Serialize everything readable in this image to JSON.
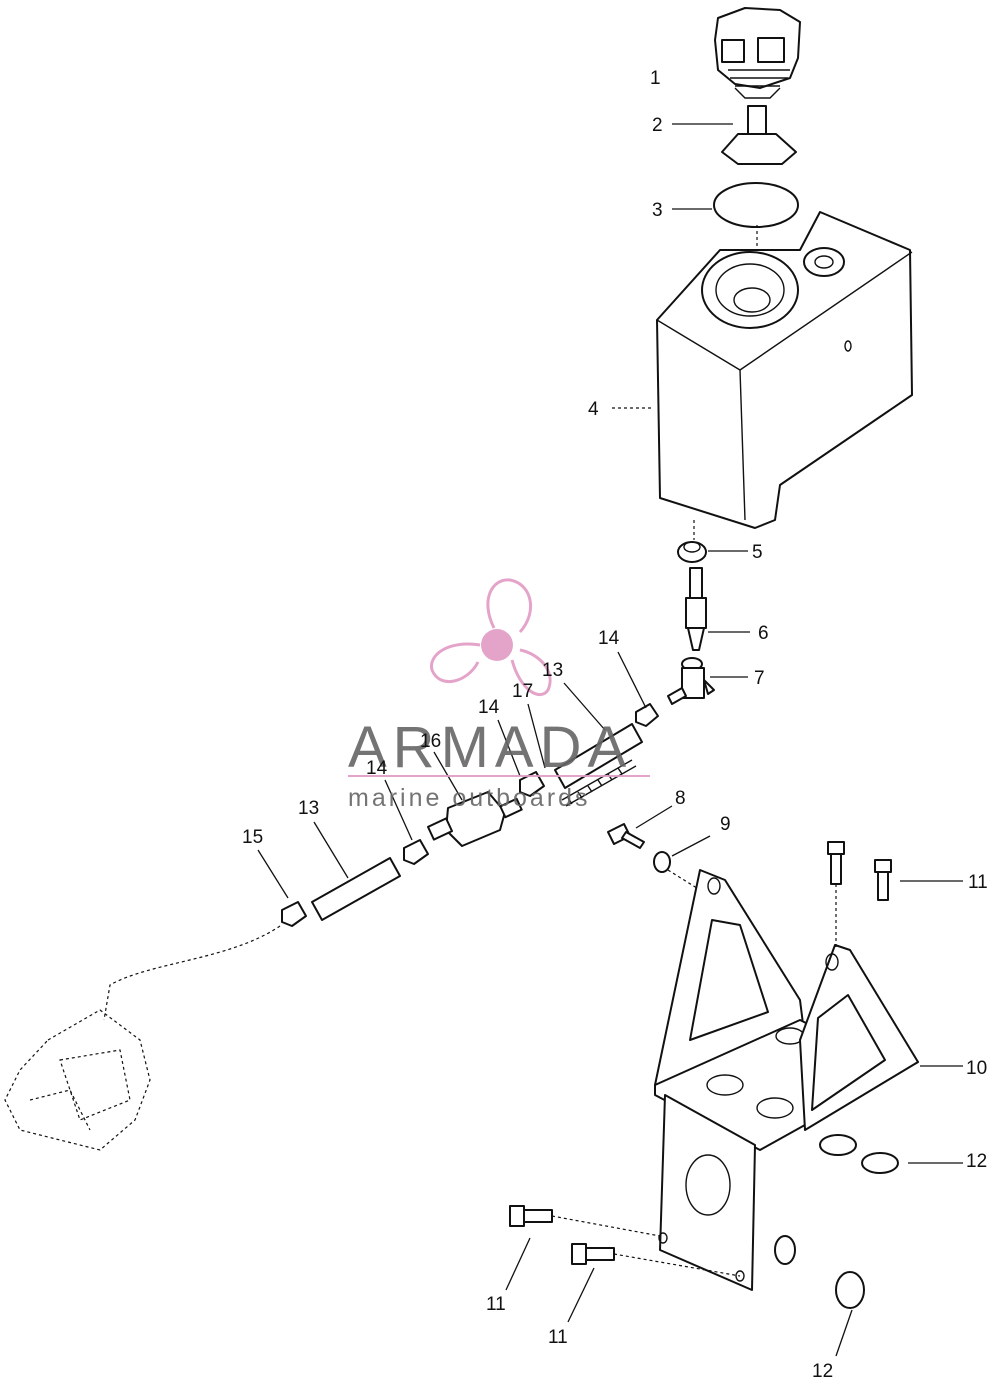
{
  "watermark": {
    "brand": "ARMADA",
    "tagline": "marine outboards",
    "accent_color": "#e29bc4",
    "text_color": "#666666"
  },
  "callouts": {
    "c1": "1",
    "c2": "2",
    "c3": "3",
    "c4": "4",
    "c5": "5",
    "c6": "6",
    "c7": "7",
    "c8": "8",
    "c9": "9",
    "c10": "10",
    "c11a": "11",
    "c11b": "11",
    "c11c": "11",
    "c12a": "12",
    "c12b": "12",
    "c13a": "13",
    "c13b": "13",
    "c14a": "14",
    "c14b": "14",
    "c14c": "14",
    "c15": "15",
    "c16": "16",
    "c17": "17"
  },
  "icons": {
    "watermark_logo": "propeller-logo-icon"
  }
}
